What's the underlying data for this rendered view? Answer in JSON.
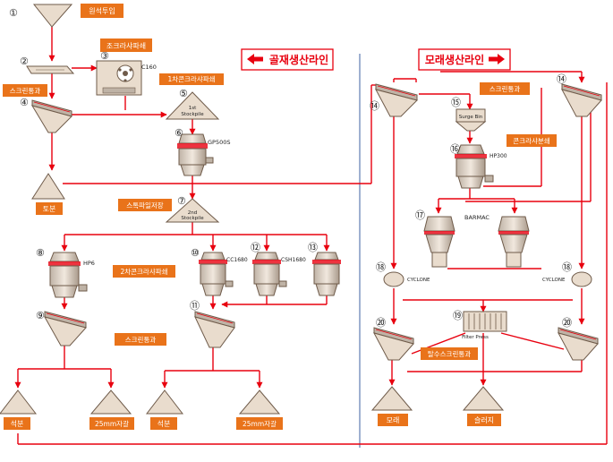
{
  "colors": {
    "flow": "#e8000f",
    "orange_label": "#e9731a",
    "equipment_fill": "#e9dccd",
    "equipment_stroke": "#6f5b4a",
    "divider": "#6b86b8"
  },
  "headers": {
    "left_title": "골재생산라인",
    "right_title": "모래생산라인"
  },
  "markers": [
    "①",
    "②",
    "③",
    "④",
    "⑤",
    "⑥",
    "⑦",
    "⑧",
    "⑨",
    "⑩",
    "⑪",
    "⑫",
    "⑬",
    "⑭",
    "⑮",
    "⑯",
    "⑰",
    "⑱",
    "⑲",
    "⑳"
  ],
  "labels": {
    "raw_input": "원석투입",
    "jaw_crusher": "조크라샤파쇄",
    "c160": "C160",
    "primary_crush": "1차콘크라샤파쇄",
    "screen_pass_1": "스크린통과",
    "stockpile_1st_a": "1st",
    "stockpile_1st_b": "Stockpile",
    "gp500s": "GP500S",
    "soil": "토분",
    "stockpile_storage": "스톡파일저장",
    "stockpile_2nd_a": "2nd",
    "stockpile_2nd_b": "Stockpile",
    "hp6": "HP6",
    "cc1680": "CC1680",
    "csh1680": "CSH1680",
    "secondary_crush": "2차콘크라샤파쇄",
    "screen_pass_2": "스크린통과",
    "stone_powder_1": "석분",
    "gravel_1": "25mm자갈",
    "stone_powder_2": "석분",
    "gravel_2": "25mm자갈",
    "screen_pass_3": "스크린통과",
    "surge_bin": "Surge Bin",
    "cone_crush_r": "콘크라샤분쇄",
    "hp300": "HP300",
    "barmac": "BARMAC",
    "cyclone_1": "CYCLONE",
    "cyclone_2": "CYCLONE",
    "filter_press": "Filter Press",
    "dewater_screen": "탈수스크린통과",
    "sand": "모래",
    "sludge": "슬러지"
  }
}
